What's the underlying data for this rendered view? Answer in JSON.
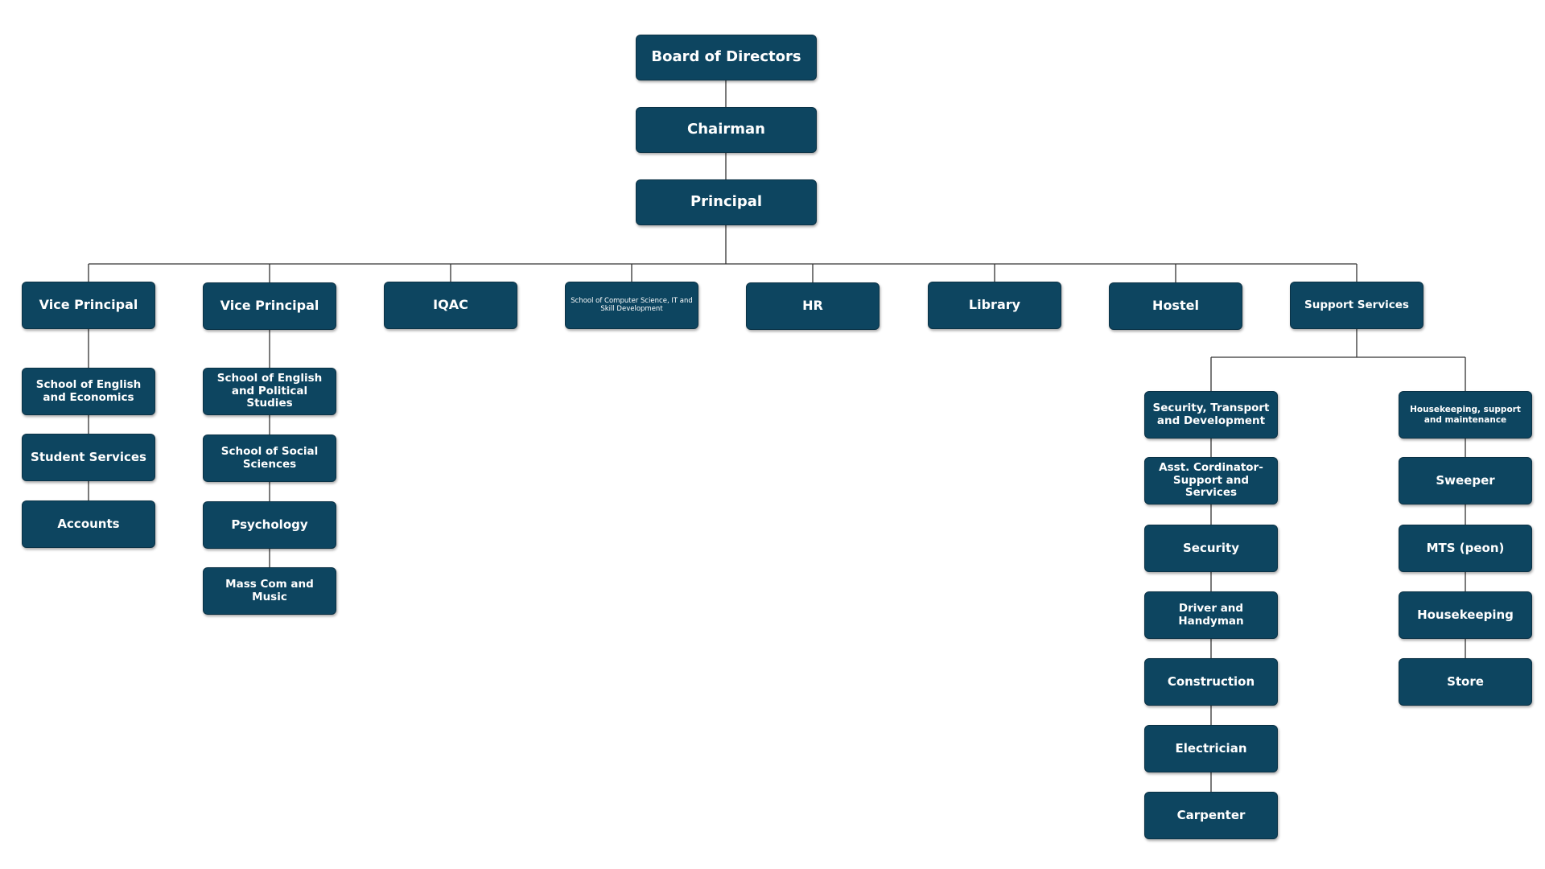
{
  "org": {
    "board": "Board of Directors",
    "chairman": "Chairman",
    "principal": "Principal",
    "vp1": {
      "title": "Vice Principal",
      "items": [
        "School of English and Economics",
        "Student Services",
        "Accounts"
      ]
    },
    "vp2": {
      "title": "Vice Principal",
      "items": [
        "School of English and Political Studies",
        "School of Social Sciences",
        "Psychology",
        "Mass Com and Music"
      ]
    },
    "iqac": "IQAC",
    "scs": "School of Computer Science, IT and Skill Development",
    "hr": "HR",
    "library": "Library",
    "hostel": "Hostel",
    "support": {
      "title": "Support Services",
      "security_branch": {
        "title": "Security, Transport and Development",
        "items": [
          "Asst. Cordinator- Support and Services",
          "Security",
          "Driver and Handyman",
          "Construction",
          "Electrician",
          "Carpenter"
        ]
      },
      "housekeeping_branch": {
        "title": "Housekeeping, support and maintenance",
        "items": [
          "Sweeper",
          "MTS (peon)",
          "Housekeeping",
          "Store"
        ]
      }
    }
  },
  "colors": {
    "node_fill": "#0d4560",
    "node_border": "#0a3246",
    "node_text": "#ffffff",
    "connector": "#333333"
  }
}
